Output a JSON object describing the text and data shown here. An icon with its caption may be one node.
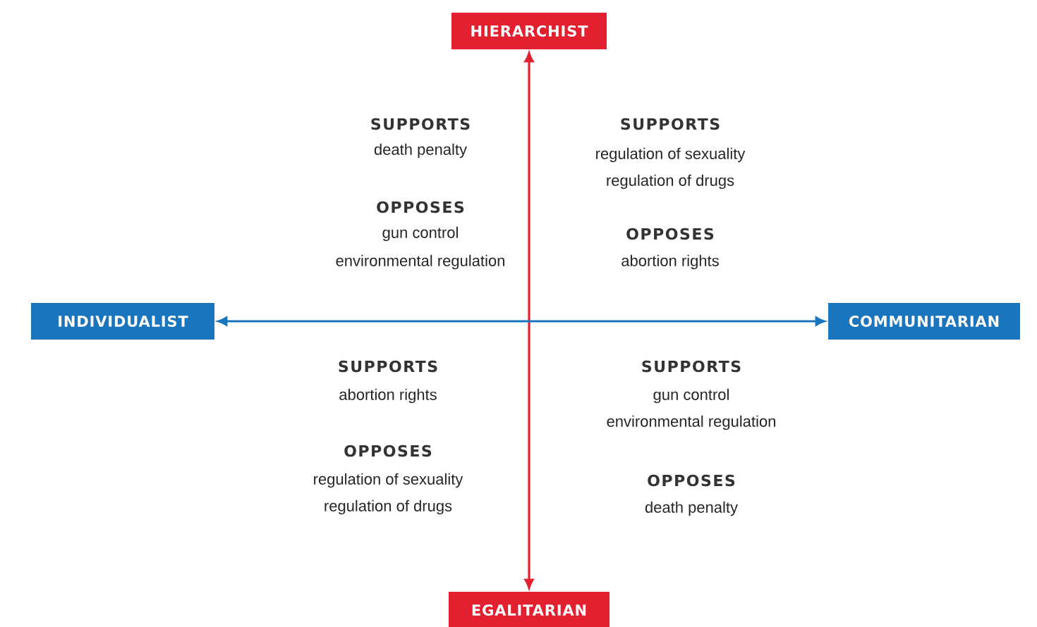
{
  "diagram": {
    "nodes": [
      {
        "text": [
          "HIERARCHIST"
        ]
      },
      {
        "text": [
          "INDIVIDUALIST"
        ]
      },
      {
        "text": [
          "COMMUNITARIAN"
        ]
      },
      {
        "text": [
          "EGALITARIAN"
        ]
      }
    ],
    "edges": [
      {
        "from": 0,
        "to": 3,
        "arrow": "both",
        "color": "#e3202f"
      },
      {
        "from": 1,
        "to": 2,
        "arrow": "both",
        "color": "#1b75bc"
      }
    ],
    "labels": [
      "SUPPORTS",
      "death penalty",
      "OPPOSES",
      "gun control",
      "environmental regulation",
      "SUPPORTS",
      "regulation of sexuality",
      "regulation of drugs",
      "OPPOSES",
      "abortion rights",
      "SUPPORTS",
      "abortion rights",
      "OPPOSES",
      "regulation of sexuality",
      "regulation of drugs",
      "SUPPORTS",
      "gun control",
      "environmental regulation",
      "OPPOSES",
      "death penalty"
    ]
  }
}
